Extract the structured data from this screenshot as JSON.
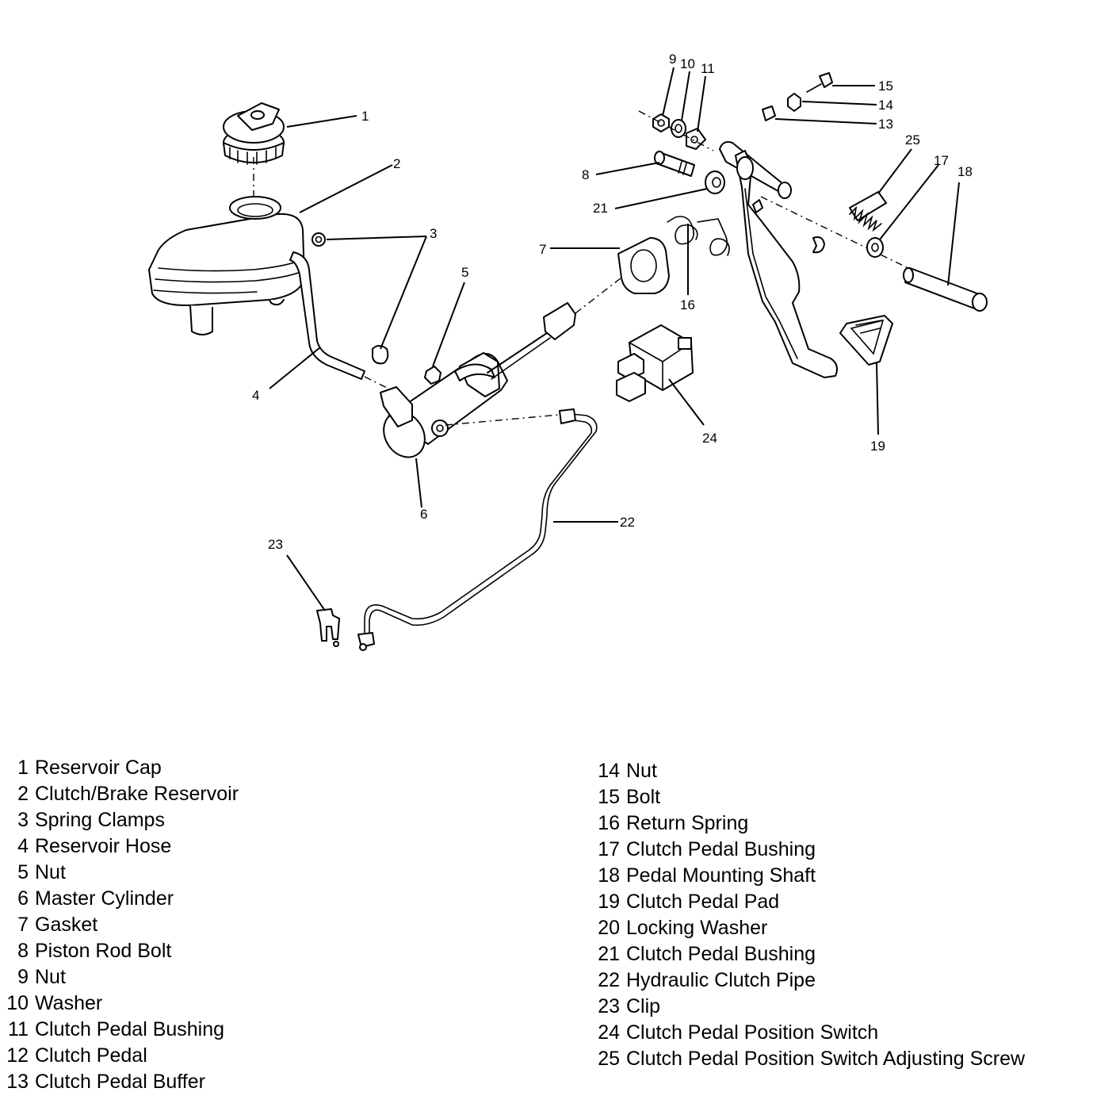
{
  "callouts": [
    "1",
    "2",
    "3",
    "4",
    "5",
    "6",
    "7",
    "8",
    "9",
    "10",
    "11",
    "13",
    "14",
    "15",
    "16",
    "17",
    "18",
    "19",
    "21",
    "22",
    "23",
    "24",
    "25"
  ],
  "legend": [
    {
      "num": "1",
      "label": "Reservoir Cap"
    },
    {
      "num": "2",
      "label": "Clutch/Brake Reservoir"
    },
    {
      "num": "3",
      "label": "Spring Clamps"
    },
    {
      "num": "4",
      "label": "Reservoir Hose"
    },
    {
      "num": "5",
      "label": "Nut"
    },
    {
      "num": "6",
      "label": "Master Cylinder"
    },
    {
      "num": "7",
      "label": "Gasket"
    },
    {
      "num": "8",
      "label": "Piston Rod Bolt"
    },
    {
      "num": "9",
      "label": "Nut"
    },
    {
      "num": "10",
      "label": "Washer"
    },
    {
      "num": "11",
      "label": "Clutch Pedal Bushing"
    },
    {
      "num": "12",
      "label": "Clutch Pedal"
    },
    {
      "num": "13",
      "label": "Clutch Pedal Buffer"
    },
    {
      "num": "14",
      "label": "Nut"
    },
    {
      "num": "15",
      "label": "Bolt"
    },
    {
      "num": "16",
      "label": "Return Spring"
    },
    {
      "num": "17",
      "label": "Clutch Pedal Bushing"
    },
    {
      "num": "18",
      "label": "Pedal Mounting Shaft"
    },
    {
      "num": "19",
      "label": "Clutch Pedal Pad"
    },
    {
      "num": "20",
      "label": "Locking Washer"
    },
    {
      "num": "21",
      "label": "Clutch Pedal Bushing"
    },
    {
      "num": "22",
      "label": "Hydraulic Clutch Pipe"
    },
    {
      "num": "23",
      "label": "Clip"
    },
    {
      "num": "24",
      "label": "Clutch Pedal Position Switch"
    },
    {
      "num": "25",
      "label": "Clutch Pedal Position Switch Adjusting Screw"
    }
  ]
}
